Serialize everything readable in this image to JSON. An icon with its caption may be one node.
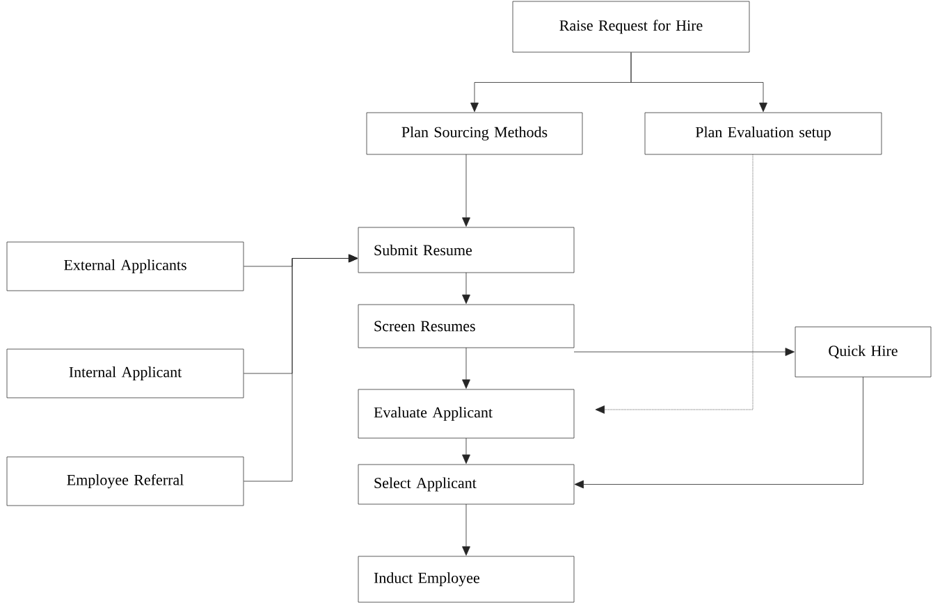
{
  "diagram": {
    "nodes": [
      {
        "text": [
          "Raise Request for Hire"
        ]
      },
      {
        "text": [
          "Plan Sourcing Methods"
        ]
      },
      {
        "text": [
          "Plan Evaluation setup"
        ]
      },
      {
        "text": [
          "External Applicants"
        ]
      },
      {
        "text": [
          "Internal Applicant"
        ]
      },
      {
        "text": [
          "Employee Referral"
        ]
      },
      {
        "text": [
          "Submit Resume"
        ]
      },
      {
        "text": [
          "Screen Resumes"
        ]
      },
      {
        "text": [
          "Evaluate Applicant"
        ]
      },
      {
        "text": [
          "Select Applicant"
        ]
      },
      {
        "text": [
          "Induct Employee"
        ]
      },
      {
        "text": [
          "Quick Hire"
        ]
      }
    ],
    "edges": [
      {
        "from": 0,
        "to": 1,
        "arrow": "to"
      },
      {
        "from": 0,
        "to": 2,
        "arrow": "to"
      },
      {
        "from": 1,
        "to": 6,
        "arrow": "to"
      },
      {
        "from": 3,
        "to": 6,
        "arrow": "to"
      },
      {
        "from": 4,
        "to": 6,
        "arrow": "to"
      },
      {
        "from": 5,
        "to": 6,
        "arrow": "to"
      },
      {
        "from": 6,
        "to": 7,
        "arrow": "to"
      },
      {
        "from": 7,
        "to": 8,
        "arrow": "to"
      },
      {
        "from": 7,
        "to": 11,
        "arrow": "to"
      },
      {
        "from": 2,
        "to": 8,
        "arrow": "to",
        "style": "dashed"
      },
      {
        "from": 8,
        "to": 9,
        "arrow": "to"
      },
      {
        "from": 9,
        "to": 10,
        "arrow": "to"
      },
      {
        "from": 11,
        "to": 9,
        "arrow": "to"
      }
    ]
  }
}
